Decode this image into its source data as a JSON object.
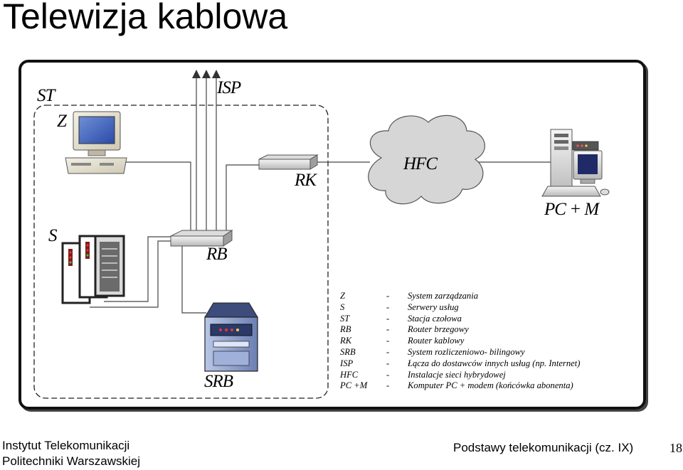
{
  "slide": {
    "title": "Telewizja kablowa"
  },
  "diagram": {
    "labels": {
      "st": "ST",
      "z": "Z",
      "isp": "ISP",
      "rk": "RK",
      "hfc": "HFC",
      "pcm": "PC + M",
      "s": "S",
      "rb": "RB",
      "srb": "SRB"
    },
    "legend": [
      {
        "abbr": "Z",
        "dash": "-",
        "desc": "System  zarządzania"
      },
      {
        "abbr": "S",
        "dash": "-",
        "desc": "Serwery usług"
      },
      {
        "abbr": "ST",
        "dash": "-",
        "desc": "Stacja czołowa"
      },
      {
        "abbr": "RB",
        "dash": "-",
        "desc": "Router brzegowy"
      },
      {
        "abbr": "RK",
        "dash": "-",
        "desc": "Router kablowy"
      },
      {
        "abbr": "SRB",
        "dash": "-",
        "desc": "System rozliczeniowo- bilingowy"
      },
      {
        "abbr": "ISP",
        "dash": "-",
        "desc": "Łącza do dostawców innych usług  (np. Internet)"
      },
      {
        "abbr": "HFC",
        "dash": "-",
        "desc": "Instalacje sieci hybrydowej"
      },
      {
        "abbr": "PC +M",
        "dash": "-",
        "desc": "Komputer PC + modem (końcówka abonenta)"
      }
    ]
  },
  "footer": {
    "institute_line1": "Instytut Telekomunikacji",
    "institute_line2": "Politechniki Warszawskiej",
    "course": "Podstawy telekomunikacji (cz. IX)",
    "page_number": "18"
  }
}
